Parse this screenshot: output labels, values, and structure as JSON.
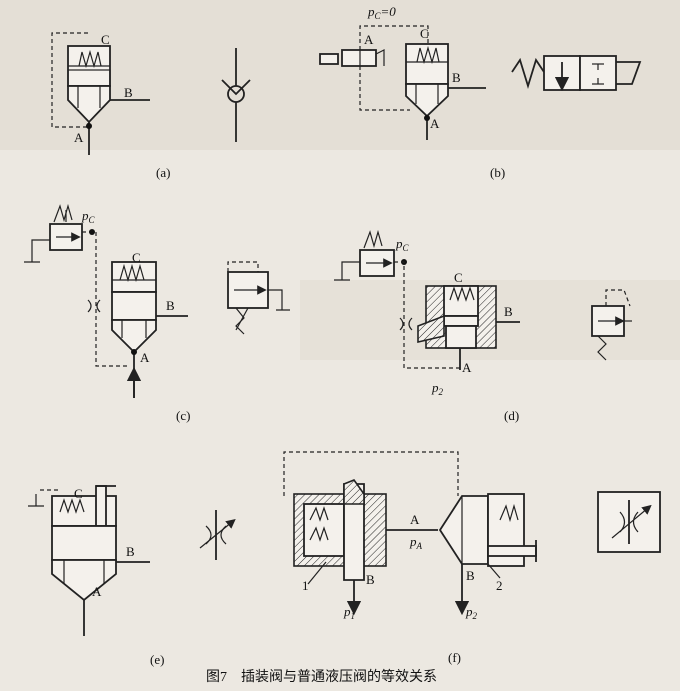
{
  "figure": {
    "caption": "图7　插装阀与普通液压阀的等效关系",
    "panel_labels": [
      "(a)",
      "(b)",
      "(c)",
      "(d)",
      "(e)",
      "(f)"
    ]
  },
  "ports": {
    "A": "A",
    "B": "B",
    "C": "C",
    "pc": "p",
    "pc_sub": "C",
    "pc0": "p",
    "pc0_sub": "C",
    "pc0_eq": "=0",
    "pA": "p",
    "pA_sub": "A",
    "p1": "p",
    "p1_sub": "1",
    "p2": "p",
    "p2_sub": "2",
    "item1": "1",
    "item2": "2"
  }
}
